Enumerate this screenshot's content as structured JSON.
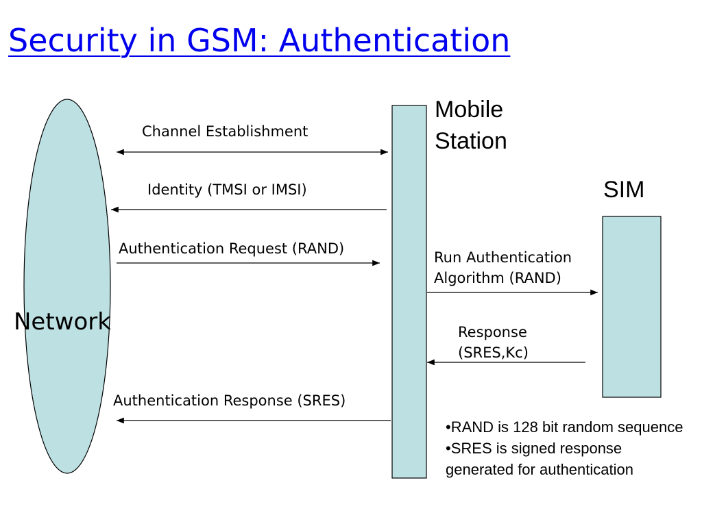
{
  "title": "Security in GSM: Authentication",
  "entities": {
    "network": "Network",
    "mobile_station": "Mobile\nStation",
    "sim": "SIM"
  },
  "messages": {
    "channel_establishment": "Channel Establishment",
    "identity": "Identity (TMSI or IMSI)",
    "auth_request": "Authentication Request (RAND)",
    "run_algorithm": "Run Authentication\nAlgorithm (RAND)",
    "response": "Response\n(SRES,Kc)",
    "auth_response": "Authentication Response (SRES)"
  },
  "notes": [
    "RAND is 128 bit random sequence",
    "SRES is signed response generated for authentication"
  ],
  "colors": {
    "title": "#0000ee",
    "shape_fill": "#bde0e3",
    "stroke": "#000000"
  }
}
